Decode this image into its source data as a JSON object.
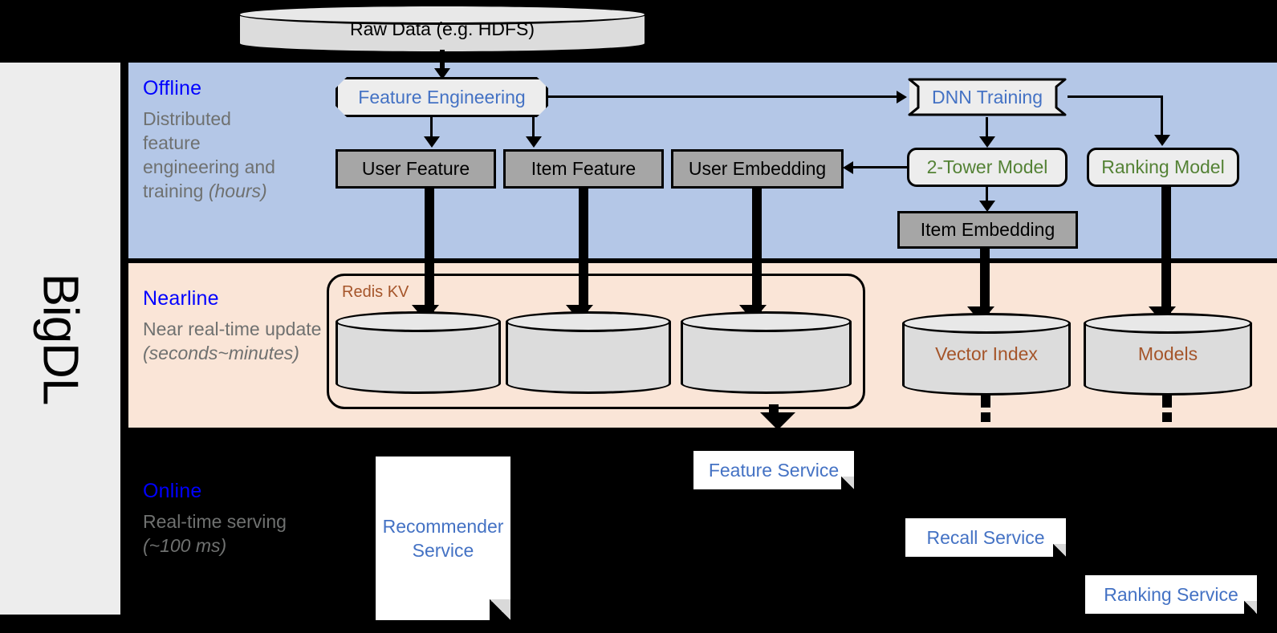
{
  "sidebar": {
    "label": "BigDL"
  },
  "top": {
    "raw_data": "Raw Data (e.g. HDFS)"
  },
  "bands": [
    {
      "id": "offline",
      "title": "Offline",
      "subtitle_plain": "Distributed feature engineering and training ",
      "subtitle_italic": "(hours)"
    },
    {
      "id": "nearline",
      "title": "Nearline",
      "subtitle_plain": "Near real-time update ",
      "subtitle_italic": "(seconds~minutes)"
    },
    {
      "id": "online",
      "title": "Online",
      "subtitle_plain": "Real-time serving ",
      "subtitle_italic": "(~100 ms)"
    }
  ],
  "offline": {
    "feature_engineering": "Feature Engineering",
    "dnn_training": "DNN Training",
    "user_feature": "User Feature",
    "item_feature": "Item Feature",
    "user_embedding": "User Embedding",
    "two_tower_model": "2-Tower Model",
    "ranking_model": "Ranking Model",
    "item_embedding": "Item Embedding"
  },
  "nearline": {
    "redis_kv": "Redis KV",
    "store_user_feature": "",
    "store_item_feature": "",
    "store_user_embedding": "",
    "vector_index": "Vector Index",
    "models": "Models"
  },
  "online": {
    "recommender_service": "Recommender Service",
    "feature_service": "Feature Service",
    "recall_service": "Recall Service",
    "ranking_service": "Ranking Service"
  },
  "colors": {
    "offline_band": "#b4c7e7",
    "nearline_band": "#fae5d7",
    "online_band": "#000000",
    "sidebar": "#ededed",
    "grey_box": "#a6a6a6",
    "title_blue": "#0000ff",
    "label_blue": "#4472c4",
    "label_green": "#548235",
    "label_brown": "#a5552a",
    "subtitle_grey": "#6f7170"
  }
}
